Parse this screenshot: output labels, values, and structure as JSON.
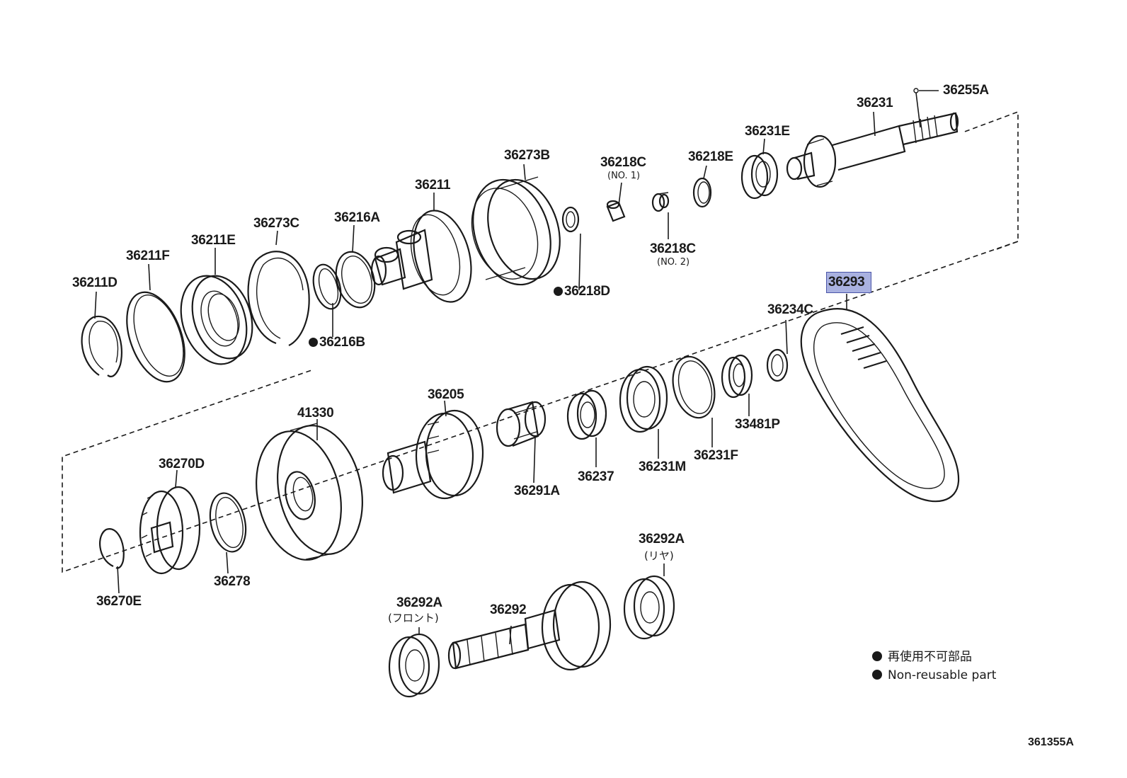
{
  "labels": {
    "p36255A": "36255A",
    "p36231": "36231",
    "p36231E": "36231E",
    "p36218E": "36218E",
    "p36218C": "36218C",
    "p36218C_no1": "(NO. 1)",
    "p36273B": "36273B",
    "p36211": "36211",
    "p36216A": "36216A",
    "p36273C": "36273C",
    "p36211E": "36211E",
    "p36211F": "36211F",
    "p36211D": "36211D",
    "p36218C2": "36218C",
    "p36218C_no2": "(NO. 2)",
    "p36218D": "36218D",
    "p36216B": "36216B",
    "p36293": "36293",
    "p36234C": "36234C",
    "p36205": "36205",
    "p41330": "41330",
    "p36270D": "36270D",
    "p36291A": "36291A",
    "p36237": "36237",
    "p36231M": "36231M",
    "p36231F": "36231F",
    "p33481P": "33481P",
    "p36278": "36278",
    "p36270E": "36270E",
    "p36292A_rear": "36292A",
    "p36292A_rear_sub": "(リヤ)",
    "p36292A_front": "36292A",
    "p36292A_front_sub": "(フロント)",
    "p36292": "36292"
  },
  "highlight_part": "36293",
  "highlight_color": "#a9b1e0",
  "legend": {
    "line_jp": "再使用不可部品",
    "line_en": "Non-reusable part"
  },
  "diagram_code": "361355A"
}
